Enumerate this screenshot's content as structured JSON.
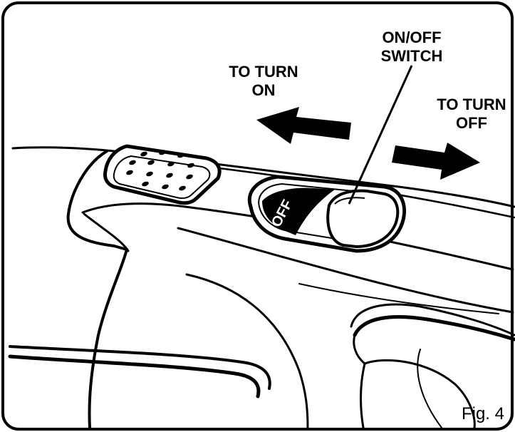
{
  "labels": {
    "switch_line1": "ON/OFF",
    "switch_line2": "SWITCH",
    "turn_on_line1": "TO TURN",
    "turn_on_line2": "ON",
    "turn_off_line1": "TO TURN",
    "turn_off_line2": "OFF",
    "switch_marking": "OFF",
    "figure_caption": "Fig. 4"
  },
  "colors": {
    "ink": "#000000",
    "paper": "#ffffff"
  },
  "icons": {
    "turn_on_arrow": "arrow-left-icon",
    "turn_off_arrow": "arrow-right-icon"
  }
}
